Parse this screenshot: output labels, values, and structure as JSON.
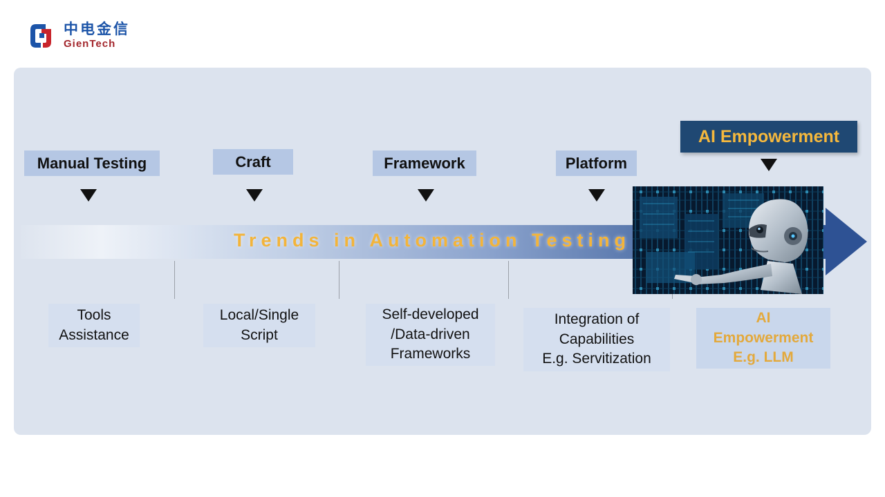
{
  "logo": {
    "brand_cn": "中电金信",
    "brand_en": "GienTech"
  },
  "arrow": {
    "title": "Trends in Automation Testing"
  },
  "stages": [
    {
      "label": "Manual Testing",
      "desc": "Tools\nAssistance"
    },
    {
      "label": "Craft",
      "desc": "Local/Single\nScript"
    },
    {
      "label": "Framework",
      "desc": "Self-developed\n/Data-driven\nFrameworks"
    },
    {
      "label": "Platform",
      "desc": "Integration of\nCapabilities\nE.g. Servitization"
    },
    {
      "label": "AI Empowerment",
      "desc": "AI\nEmpowerment\nE.g. LLM",
      "highlight": true
    }
  ],
  "icons": {
    "markers": "down-triangle-icon",
    "robot": "ai-robot-image",
    "arrowhead": "arrow-right-head"
  },
  "colors": {
    "panel_bg": "#dce3ee",
    "stage_label_bg": "#b5c7e4",
    "highlight_box_bg": "#1f4873",
    "gold_accent": "#f3b43a",
    "arrow_dark_blue": "#2e5294",
    "desc_box_bg": "#d5dfef",
    "logo_blue": "#1c54a8",
    "logo_red": "#a3262c"
  }
}
